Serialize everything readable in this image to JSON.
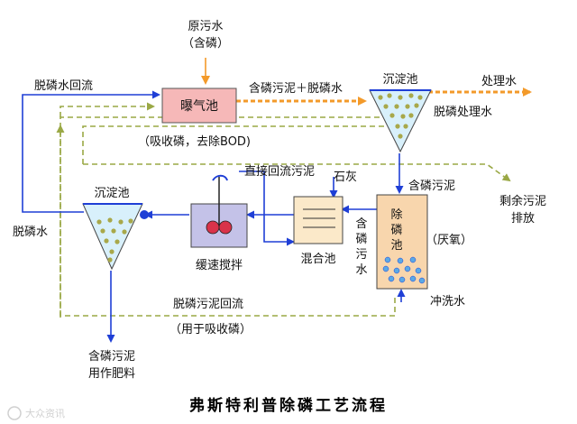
{
  "colors": {
    "flow_blue": "#1f3fd6",
    "dashed_green": "#9aa845",
    "orange": "#f39a2a",
    "aeration_fill": "#f6b8b8",
    "tank_fill": "#d8f0fb",
    "phosphorus_tank_fill": "#f8d6ad",
    "mixer_fill": "#c4c2e8",
    "mixing_tank_fill": "#fbe9c9"
  },
  "labels": {
    "raw_sewage": "原污水",
    "raw_sewage_note": "（含磷）",
    "aeration_tank": "曝气池",
    "aeration_note": "（吸收磷，去除BOD)",
    "return_water": "脱磷水回流",
    "sludge_water": "含磷污泥＋脱磷水",
    "settling_tank_top": "沉淀池",
    "treated_water": "处理水",
    "dephos_treated_water": "脱磷处理水",
    "p_sludge_right": "含磷污泥",
    "excess_sludge_line1": "剩余污泥",
    "excess_sludge_line2": "排放",
    "settling_tank_left": "沉淀池",
    "direct_return_sludge": "直接回流污泥",
    "lime": "石灰",
    "dephos_water_left": "脱磷水",
    "slow_mixing": "缓速搅拌",
    "mixing_tank": "混合池",
    "p_sewage_vertical": [
      "含",
      "磷",
      "污",
      "水"
    ],
    "stripper_tank": [
      "除",
      "磷",
      "池"
    ],
    "anaerobic": "（厌氧）",
    "flush_water": "冲洗水",
    "dephos_sludge_return": "脱磷污泥回流",
    "for_p_absorb": "（用于吸收磷）",
    "fertilizer_line1": "含磷污泥",
    "fertilizer_line2": "用作肥料",
    "diagram_title": "弗斯特利普除磷工艺流程",
    "watermark": "大众资讯"
  }
}
